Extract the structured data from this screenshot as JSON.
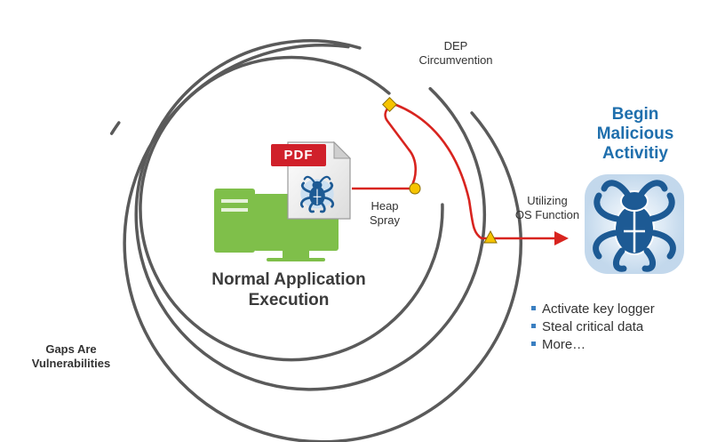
{
  "labels": {
    "dep": [
      "DEP",
      "Circumvention"
    ],
    "heap": [
      "Heap",
      "Spray"
    ],
    "utilizing": [
      "Utilizing",
      "OS Function"
    ],
    "gaps": [
      "Gaps Are",
      "Vulnerabilities"
    ],
    "normal": [
      "Normal Application",
      "Execution"
    ],
    "begin": [
      "Begin",
      "Malicious",
      "Activitiy"
    ],
    "pdf": "PDF"
  },
  "actions": [
    "Activate key logger",
    "Steal critical data",
    "More…"
  ],
  "icons": {
    "computer": "desktop-computer-icon",
    "document": "pdf-document-icon",
    "bug": "malware-bug-icon",
    "diamond": "diamond-marker-icon",
    "circle": "circle-marker-icon",
    "triangle": "triangle-marker-icon"
  },
  "colors": {
    "rings": "#5a5a5a",
    "exploit_path": "#d8241f",
    "computer": "#7fbf4a",
    "bug": "#1d5a94",
    "bug_glow": "#a9c8e3",
    "markers": "#f6c400",
    "begin_text": "#1f6fad",
    "pdf_badge": "#d0202a"
  }
}
